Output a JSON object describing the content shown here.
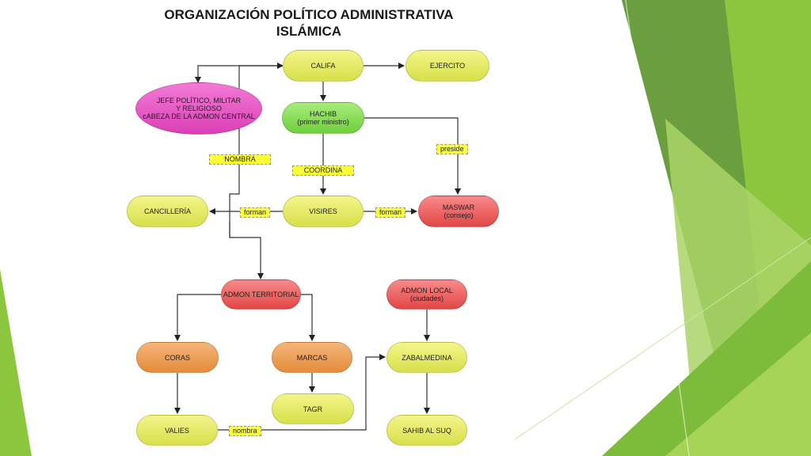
{
  "title": {
    "line1": "ORGANIZACIÓN POLÍTICO ADMINISTRATIVA",
    "line2": "ISLÁMICA"
  },
  "nodes": {
    "califa": {
      "line1": "CALIFA"
    },
    "ejercito": {
      "line1": "EJERCITO"
    },
    "jefe": {
      "line1": "JEFE POLÍTICO, MILITAR",
      "line2": "Y RELIGIOSO",
      "line3": "cABEZA DE LA ADMON CENTRAL"
    },
    "hachib": {
      "line1": "HACHIB",
      "line2": "(primer ministro)"
    },
    "cancilleria": {
      "line1": "CANCILLERÍA"
    },
    "visires": {
      "line1": "VISIRES"
    },
    "maswar": {
      "line1": "MASWAR",
      "line2": "(consejo)"
    },
    "admon_territorial": {
      "line1": "ADMON TERRITORIAL"
    },
    "admon_local": {
      "line1": "ADMON LOCAL",
      "line2": "(ciudades)"
    },
    "coras": {
      "line1": "CORAS"
    },
    "marcas": {
      "line1": "MARCAS"
    },
    "zabalmedina": {
      "line1": "ZABALMEDINA"
    },
    "tagr": {
      "line1": "TAGR"
    },
    "valies": {
      "line1": "VALIES"
    },
    "sahib": {
      "line1": "SAHIB AL SUQ"
    }
  },
  "labels": {
    "preside": "preside",
    "nombra_upper": "NOMBRA",
    "coordina": "COORDINA",
    "forman_left": "forman",
    "forman_right": "forman",
    "nombra_lower": "nombra"
  },
  "colors": {
    "yellow": "#e6ec5e",
    "green": "#7fd94a",
    "red": "#e85454",
    "orange": "#ec9a4c",
    "magenta": "#e04cbf",
    "label_bg": "#fbff38",
    "deco_green_dark": "#5f9a3a",
    "deco_green_light": "#8cc63f"
  }
}
